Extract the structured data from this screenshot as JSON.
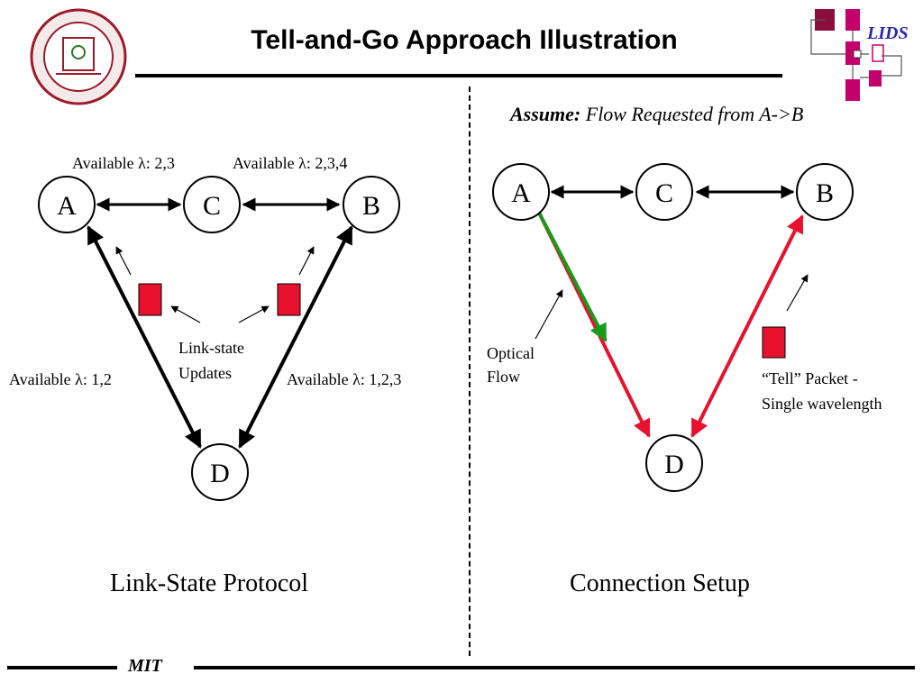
{
  "header": {
    "title": "Tell-and-Go Approach Illustration",
    "logo_left": "MIT seal",
    "logo_right_text": "LIDS"
  },
  "assume": {
    "prefix": "Assume:",
    "text": "Flow Requested from A->B"
  },
  "left_panel": {
    "caption": "Link-State Protocol",
    "nodes": [
      "A",
      "C",
      "B",
      "D"
    ],
    "link_labels": {
      "ac": "Available λ: 2,3",
      "cb": "Available λ: 2,3,4",
      "ad": "Available λ: 1,2",
      "bd": "Available λ: 1,2,3"
    },
    "updates_label_line1": "Link-state",
    "updates_label_line2": "Updates"
  },
  "right_panel": {
    "caption": "Connection Setup",
    "nodes": [
      "A",
      "C",
      "B",
      "D"
    ],
    "optical_line1": "Optical",
    "optical_line2": "Flow",
    "tell_line1": "“Tell” Packet -",
    "tell_line2": "Single wavelength"
  },
  "footer": {
    "text": "MIT"
  },
  "colors": {
    "packet_red": "#e8112d",
    "flow_green": "#1a9a1a",
    "lids_blue": "#2a2aa8",
    "logo_magenta": "#c4006a",
    "seal_red": "#9b1b2a"
  }
}
